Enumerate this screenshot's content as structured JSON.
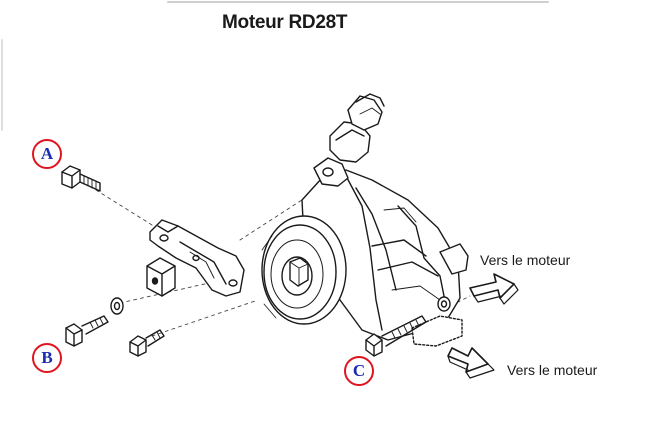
{
  "title": "Moteur RD28T",
  "callouts": {
    "a": "A",
    "b": "B",
    "c": "C"
  },
  "directions": {
    "upper": "Vers le moteur",
    "lower": "Vers le moteur"
  },
  "colors": {
    "callout_ring": "#e0141e",
    "callout_letter": "#1a2bb0",
    "line_art": "#1a1a1a"
  },
  "icons": {
    "upper_arrow": "arrow-right-icon",
    "lower_arrow": "arrow-down-right-icon"
  }
}
